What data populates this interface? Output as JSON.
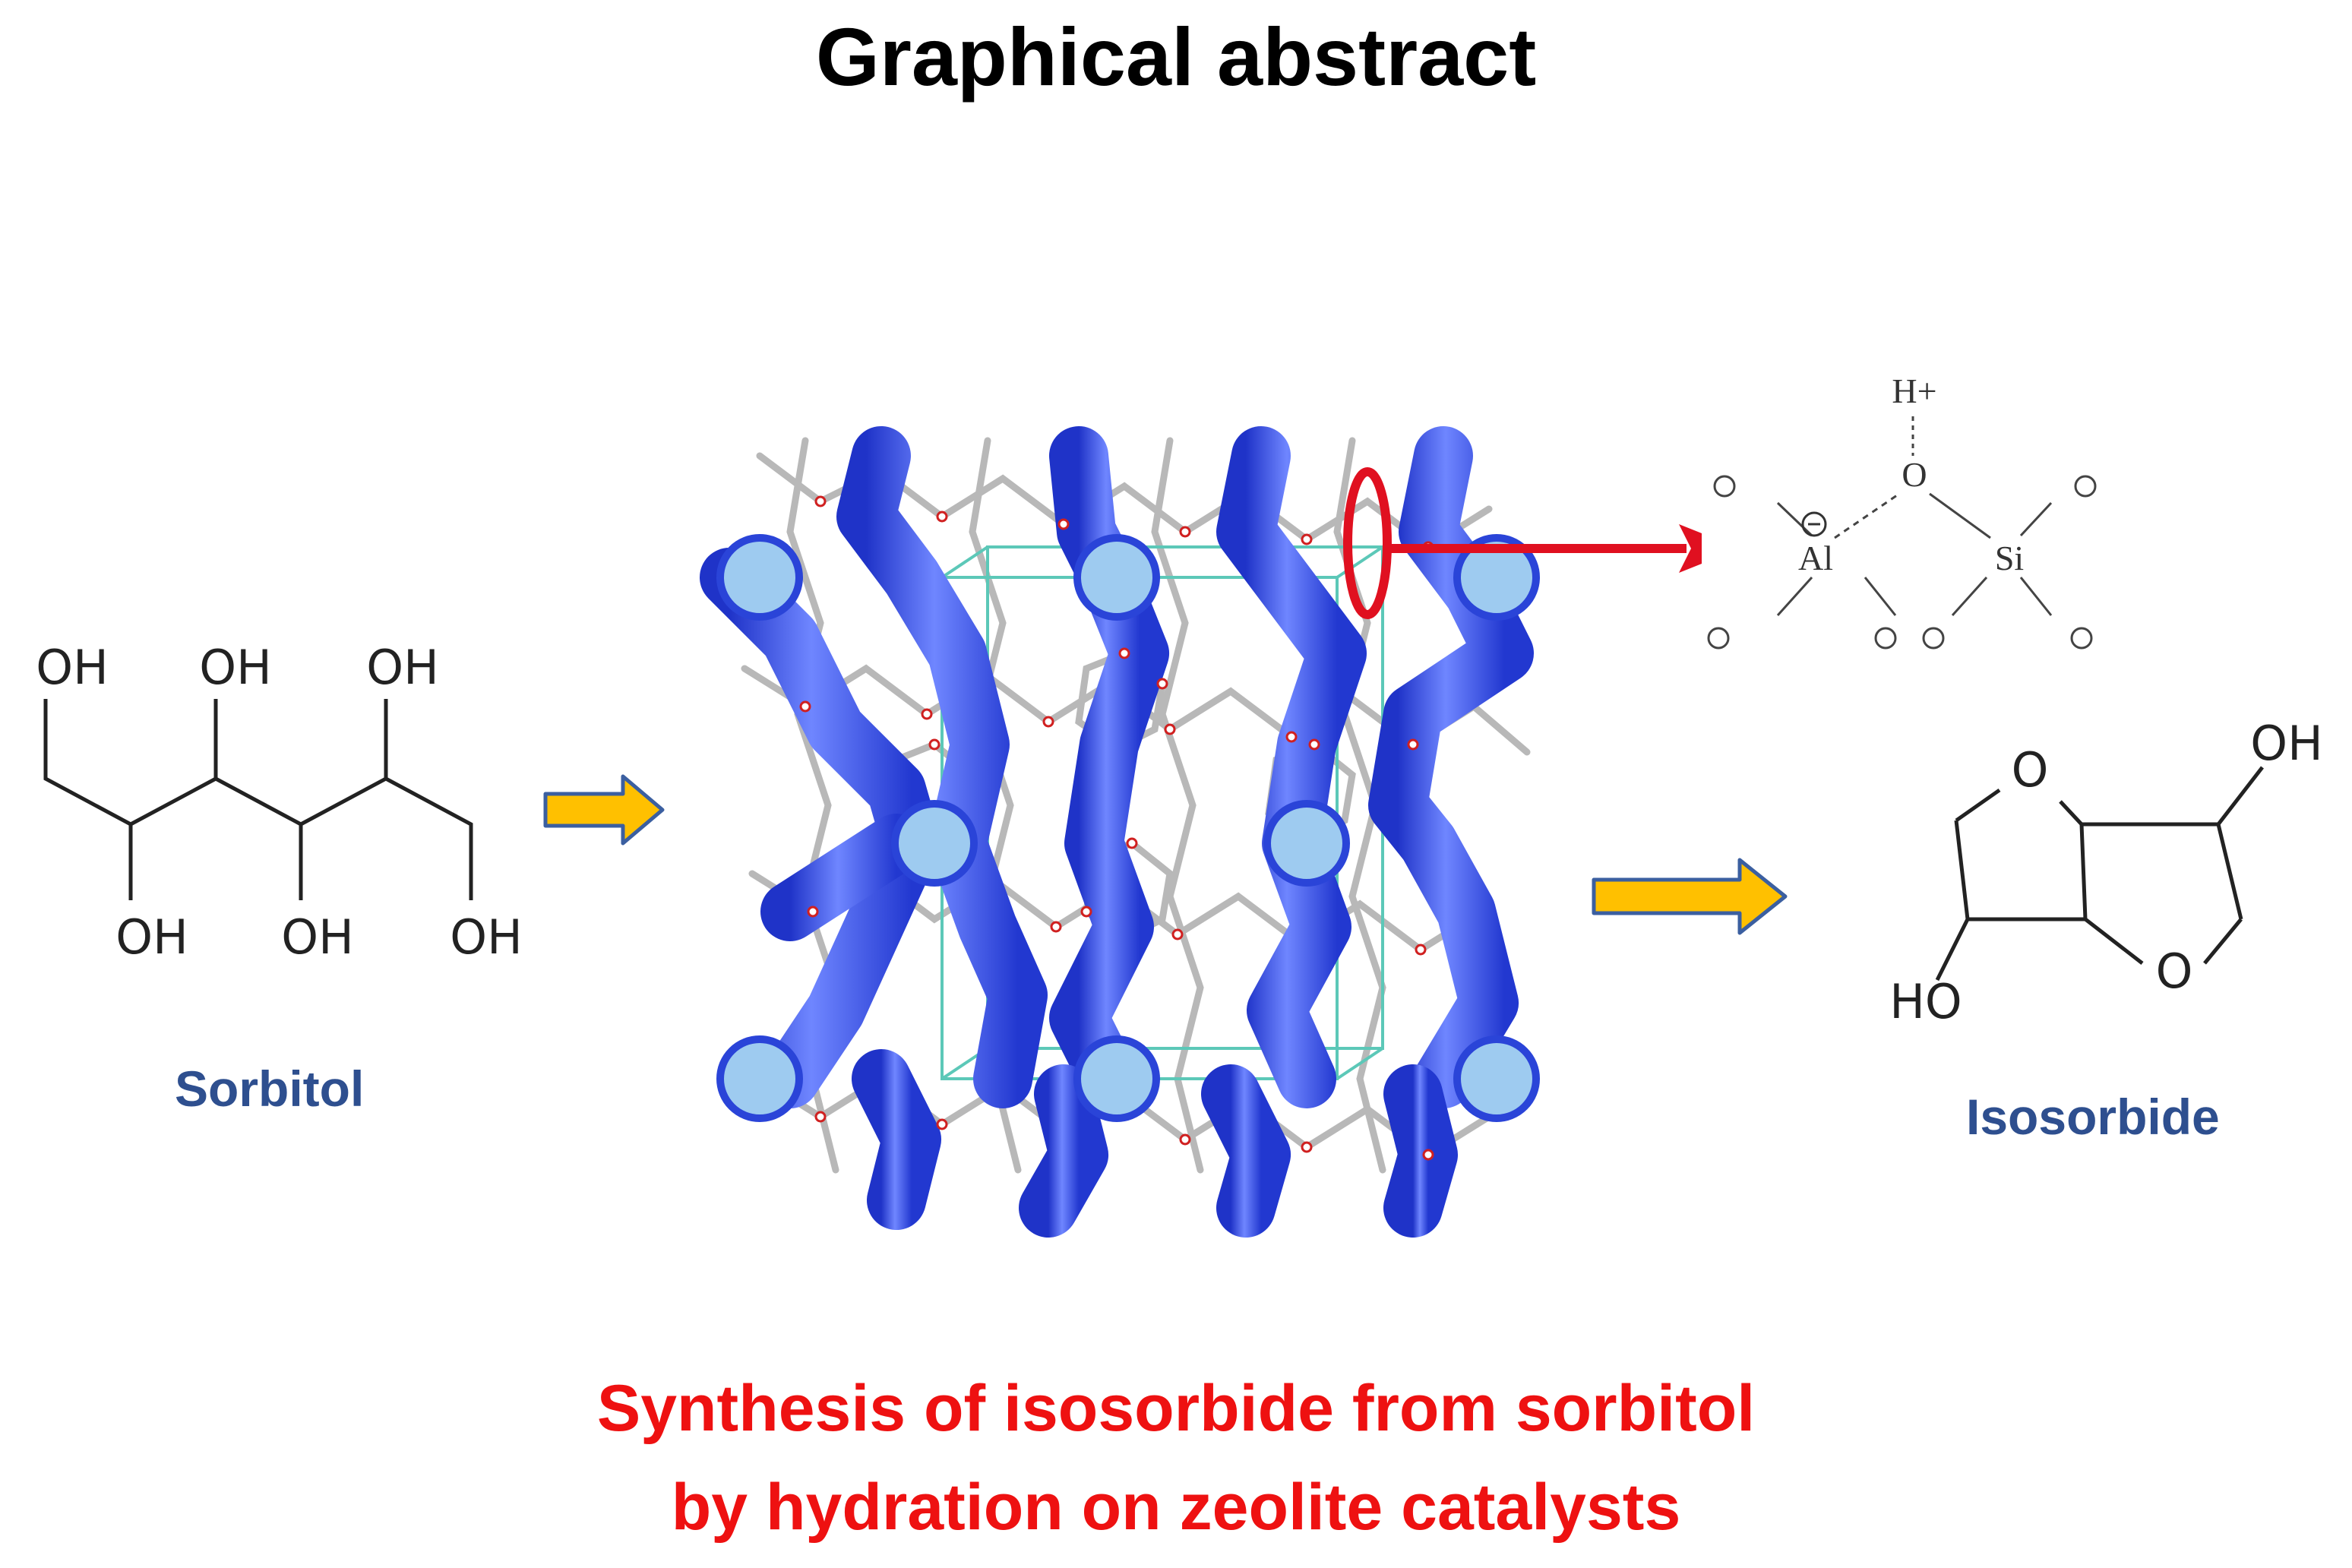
{
  "title": "Graphical abstract",
  "sorbitol": {
    "label": "Sorbitol",
    "oh_top": [
      "OH",
      "OH",
      "OH"
    ],
    "oh_bottom": [
      "OH",
      "OH",
      "OH"
    ]
  },
  "isosorbide": {
    "label": "Isosorbide",
    "oh_right": "OH",
    "ho_left": "HO",
    "ring_o_top": "O",
    "ring_o_bottom": "O"
  },
  "acid_site": {
    "proton": "H+",
    "bridge_o": "O",
    "al": "Al",
    "si": "Si",
    "o": "O"
  },
  "caption": {
    "line1": "Synthesis of isosorbide from sorbitol",
    "line2": "by hydration on zeolite catalysts"
  },
  "colors": {
    "caption": "#ee1111",
    "label": "#2e4f8f",
    "arrow_fill": "#ffc000",
    "arrow_stroke": "#3b5fa0",
    "highlight": "#e01020",
    "framework": "#3b55e6",
    "pore": "#9ecbf0"
  }
}
